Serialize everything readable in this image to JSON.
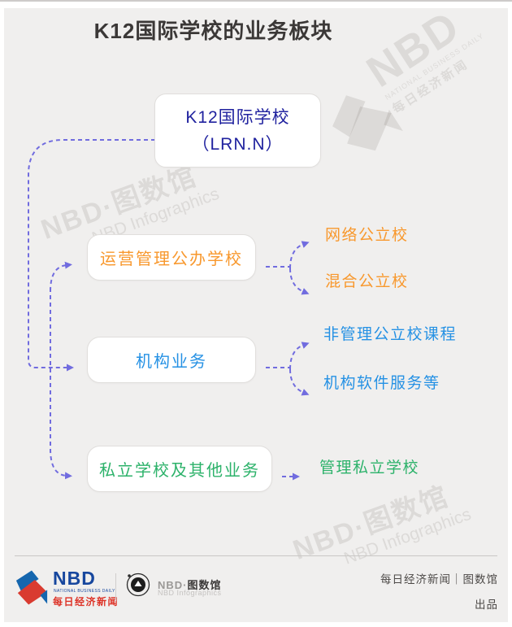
{
  "title": "K12国际学校的业务板块",
  "tree": {
    "root": {
      "line1": "K12国际学校",
      "line2": "（LRN.N）"
    },
    "branches": [
      {
        "label": "运营管理公办学校",
        "children": [
          "网络公立校",
          "混合公立校"
        ]
      },
      {
        "label": "机构业务",
        "children": [
          "非管理公立校课程",
          "机构软件服务等"
        ]
      },
      {
        "label": "私立学校及其他业务",
        "children": [
          "管理私立学校"
        ]
      }
    ]
  },
  "colors": {
    "background": "#f0efee",
    "root_text": "#20229f",
    "branch1_text": "#f8982d",
    "branch2_text": "#2591e4",
    "branch3_text": "#2cb26a",
    "connector": "#716cdf",
    "title_text": "#3b3837",
    "logo_blue": "#17479e",
    "logo_red": "#dd3327"
  },
  "watermarks": {
    "nbd_big": "NBD",
    "nbd_tagline_en": "NATIONAL BUSINESS DAILY",
    "nbd_tagline_cn": "每日经济新闻",
    "infographics_cn": "NBD·图数馆",
    "infographics_en": "NBD Infographics"
  },
  "footer": {
    "logo_text": "NBD",
    "logo_tagline": "NATIONAL BUSINESS DAILY",
    "logo_cn": "每日经济新闻",
    "brand_prefix": "NBD·",
    "brand_cn": "图数馆",
    "brand_en": "NBD Infographics",
    "credit_line1": "每日经济新闻｜图数馆",
    "credit_line2": "出品"
  }
}
